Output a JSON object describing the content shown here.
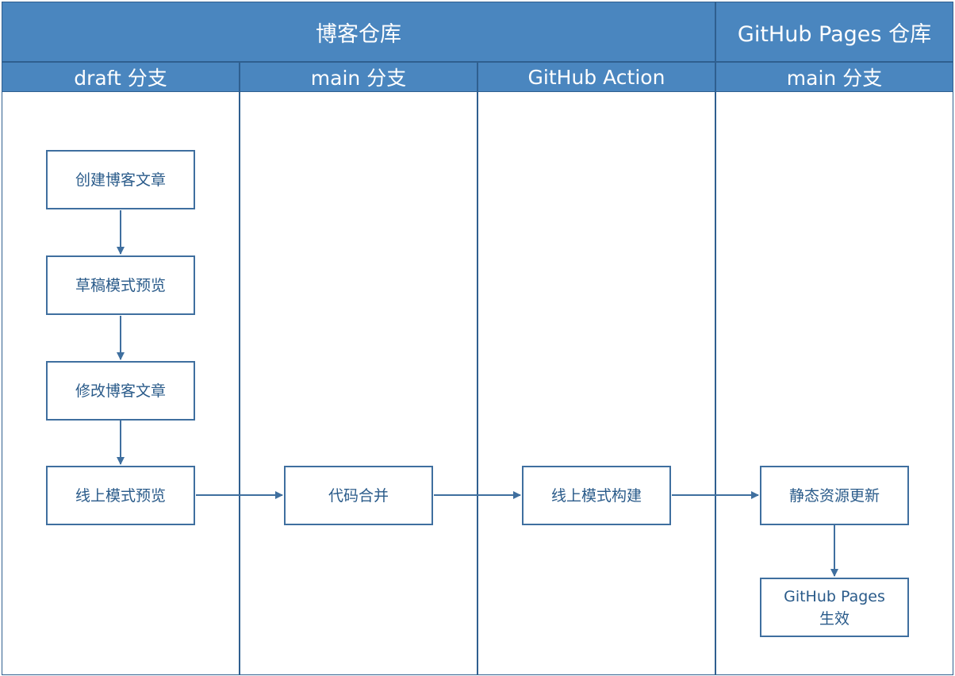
{
  "headers": {
    "blog_repo": "博客仓库",
    "pages_repo": "GitHub Pages 仓库"
  },
  "lanes": [
    {
      "id": "draft",
      "label": "draft 分支"
    },
    {
      "id": "main",
      "label": "main 分支"
    },
    {
      "id": "action",
      "label": "GitHub Action"
    },
    {
      "id": "pages-main",
      "label": "main 分支"
    }
  ],
  "nodes": {
    "create": "创建博客文章",
    "draft_preview": "草稿模式预览",
    "modify": "修改博客文章",
    "online_preview": "线上模式预览",
    "merge": "代码合并",
    "build": "线上模式构建",
    "update": "静态资源更新",
    "effect_line1": "GitHub Pages",
    "effect_line2": "生效"
  },
  "colors": {
    "header_fill": "#4a86bf",
    "border": "#2f5f8f",
    "node_text": "#2a5b8a",
    "arrow": "#3f6f9f"
  }
}
